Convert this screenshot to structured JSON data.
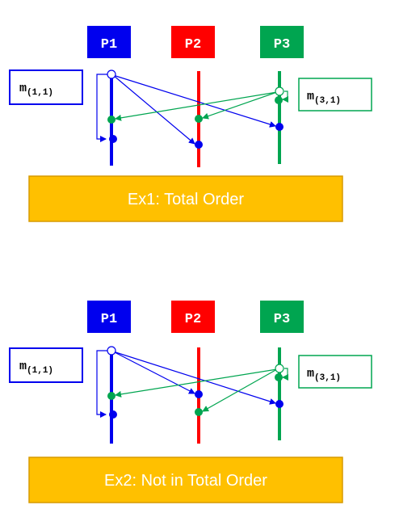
{
  "colors": {
    "p1": "#0000ee",
    "p2": "#ff0000",
    "p3": "#00a550",
    "caption_fill": "#ffc000",
    "caption_stroke": "#d79a00",
    "caption_text": "#ffffff"
  },
  "processes": [
    "P1",
    "P2",
    "P3"
  ],
  "examples": [
    {
      "caption": "Ex1: Total Order",
      "label_left": {
        "base": "m",
        "sub": "(1,1)"
      },
      "label_right": {
        "base": "m",
        "sub": "(3,1)"
      }
    },
    {
      "caption": "Ex2: Not in Total Order",
      "label_left": {
        "base": "m",
        "sub": "(1,1)"
      },
      "label_right": {
        "base": "m",
        "sub": "(3,1)"
      }
    }
  ]
}
